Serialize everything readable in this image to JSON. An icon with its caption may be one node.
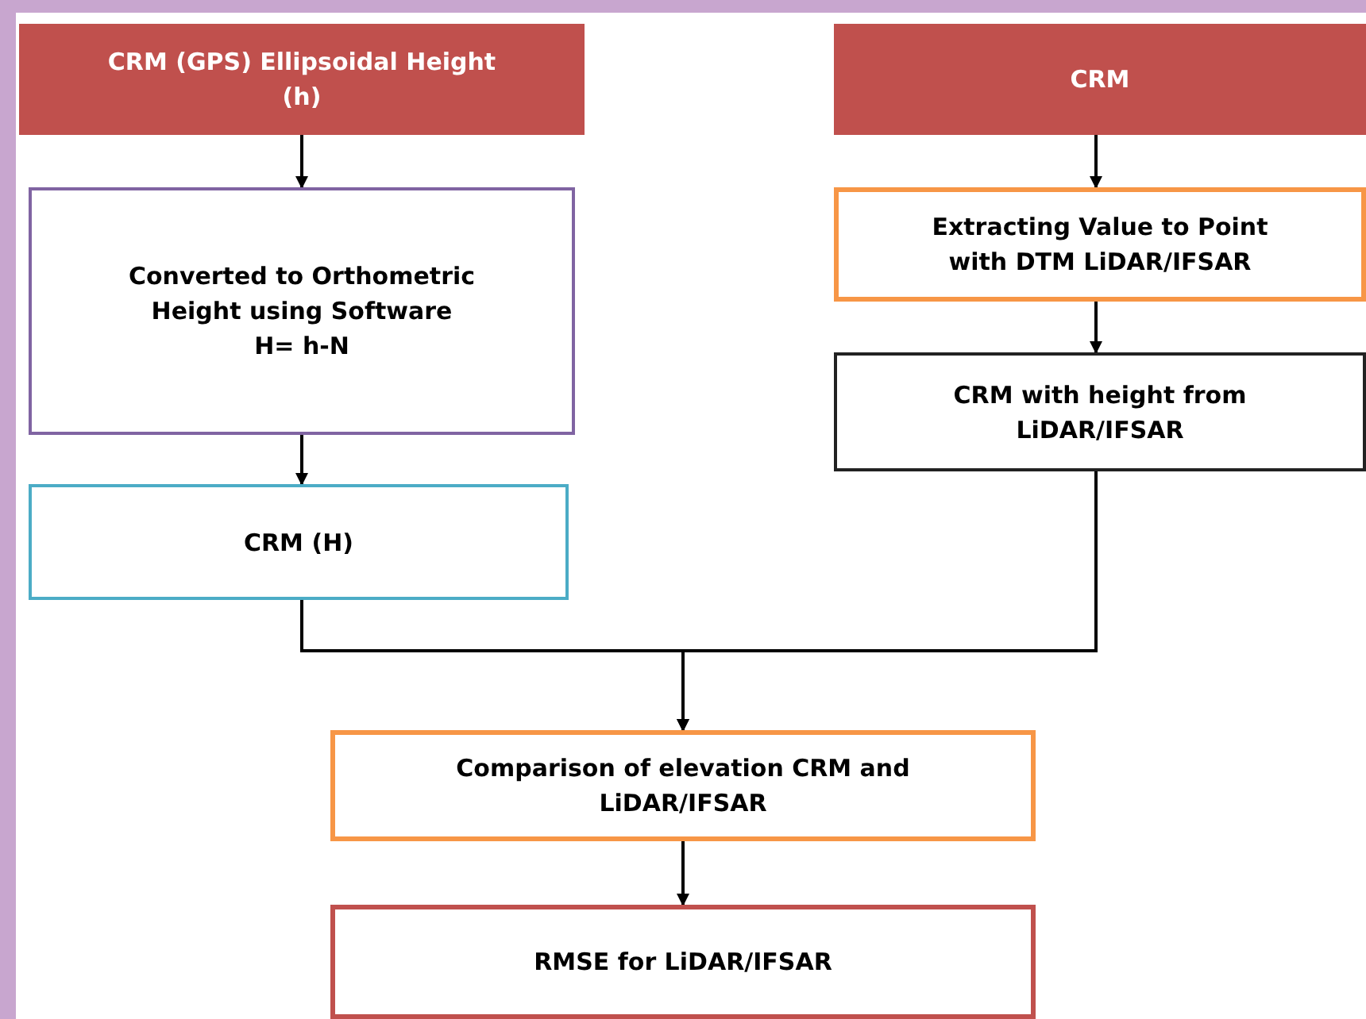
{
  "diagram": {
    "nodes": [
      {
        "text": [
          "CRM (GPS) Ellipsoidal Height (h)"
        ]
      },
      {
        "text": [
          "CRM"
        ]
      },
      {
        "text": [
          "Converted to Orthometric Height using Software",
          "H= h-N"
        ]
      },
      {
        "text": [
          "Extracting Value to Point with DTM LiDAR/IFSAR"
        ]
      },
      {
        "text": [
          "CRM with height from LiDAR/IFSAR"
        ]
      },
      {
        "text": [
          "CRM (H)"
        ]
      },
      {
        "text": [
          "Comparison of elevation  CRM and LiDAR/IFSAR"
        ]
      },
      {
        "text": [
          "RMSE for LiDAR/IFSAR"
        ]
      }
    ],
    "edges": [
      {
        "from": 0,
        "to": 2,
        "arrow": "to"
      },
      {
        "from": 1,
        "to": 3,
        "arrow": "to"
      },
      {
        "from": 3,
        "to": 4,
        "arrow": "to"
      },
      {
        "from": 2,
        "to": 5,
        "arrow": "to"
      },
      {
        "from": 5,
        "to": 6,
        "arrow": "to"
      },
      {
        "from": 4,
        "to": 6,
        "arrow": "to"
      },
      {
        "from": 6,
        "to": 7,
        "arrow": "to"
      }
    ]
  }
}
